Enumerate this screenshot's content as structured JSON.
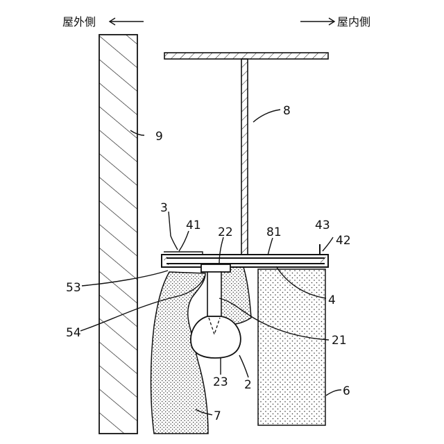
{
  "headers": {
    "outdoor": "屋外側",
    "indoor": "屋内側"
  },
  "labels": {
    "n9": "9",
    "n8": "8",
    "n3": "3",
    "n41": "41",
    "n22": "22",
    "n81": "81",
    "n43": "43",
    "n42": "42",
    "n53": "53",
    "n4": "4",
    "n54": "54",
    "n21": "21",
    "n23": "23",
    "n2": "2",
    "n6": "6",
    "n7": "7"
  }
}
